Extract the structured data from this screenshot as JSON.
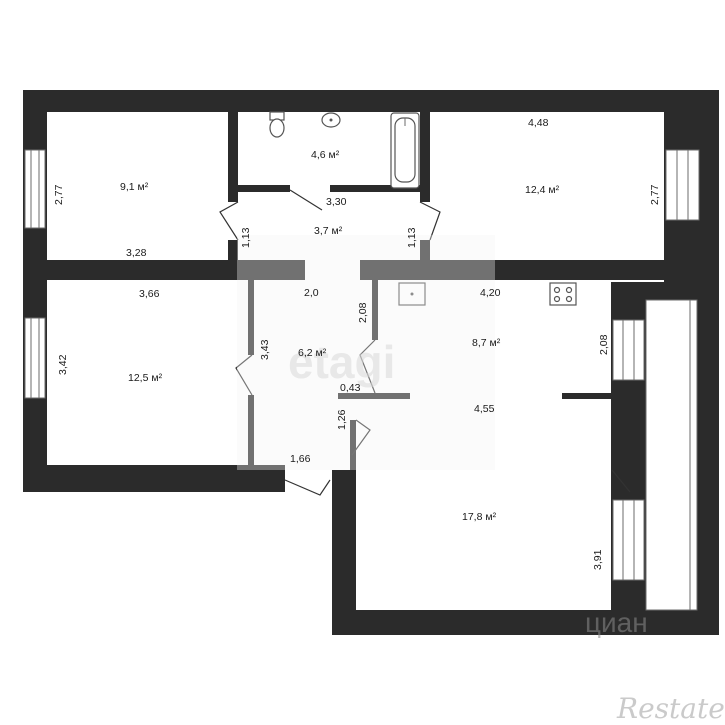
{
  "rooms": {
    "room_tl": {
      "area": "9,1 м²",
      "dim_v": "2,77",
      "dim_h": "3,28"
    },
    "bath": {
      "area": "4,6 м²"
    },
    "room_tr": {
      "area": "12,4 м²",
      "dim_top": "4,48",
      "dim_v": "2,77"
    },
    "hall_top": {
      "area": "3,7 м²",
      "dim_h": "3,30",
      "dim_v_left": "1,13",
      "dim_v_right": "1,13"
    },
    "room_ml": {
      "area": "12,5 м²",
      "dim_h": "3,66",
      "dim_v": "3,42"
    },
    "corridor": {
      "area": "6,2 м²",
      "dim_top": "2,0",
      "dim_v": "3,43",
      "dim_bottom": "1,66",
      "dim_door": "1,26",
      "dim_small": "0,43"
    },
    "kitchen": {
      "area": "8,7 м²",
      "dim_top": "4,20",
      "dim_v_left": "2,08",
      "dim_v_right": "2,08"
    },
    "living": {
      "area": "17,8 м²",
      "dim_h": "4,55",
      "dim_v": "3,91"
    }
  },
  "watermarks": {
    "etagi": "etagi",
    "cian": "циан",
    "restate": "Restate"
  }
}
